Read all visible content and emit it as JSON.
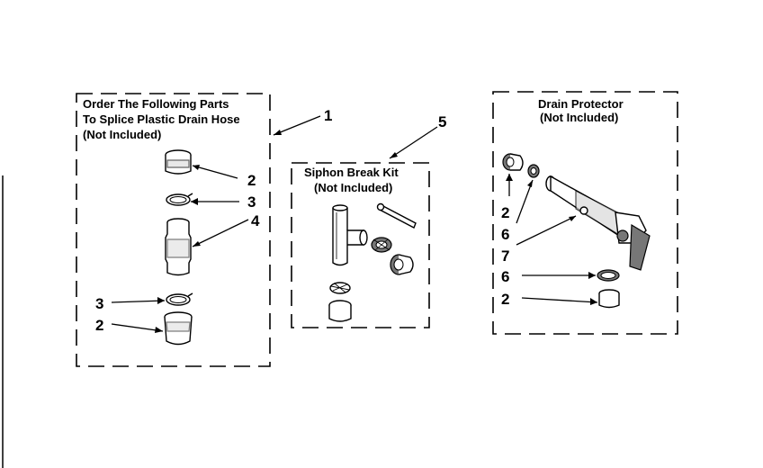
{
  "boxes": {
    "splice": {
      "title_lines": [
        "Order The Following Parts",
        "To Splice Plastic Drain Hose",
        "(Not Included)"
      ]
    },
    "siphon": {
      "title_lines": [
        "Siphon Break Kit",
        "(Not Included)"
      ]
    },
    "drain": {
      "title_lines": [
        "Drain Protector",
        "(Not Included)"
      ]
    }
  },
  "callouts": {
    "splice_box": "1",
    "splice_coupling_top": "2",
    "splice_clamp_top": "3",
    "splice_connector": "4",
    "splice_clamp_bottom": "3",
    "splice_coupling_bottom": "2",
    "siphon_box": "5",
    "drain_coupling_top": "2",
    "drain_clamp_top": "6",
    "drain_protector": "7",
    "drain_clamp_bottom": "6",
    "drain_coupling_bottom": "2"
  }
}
